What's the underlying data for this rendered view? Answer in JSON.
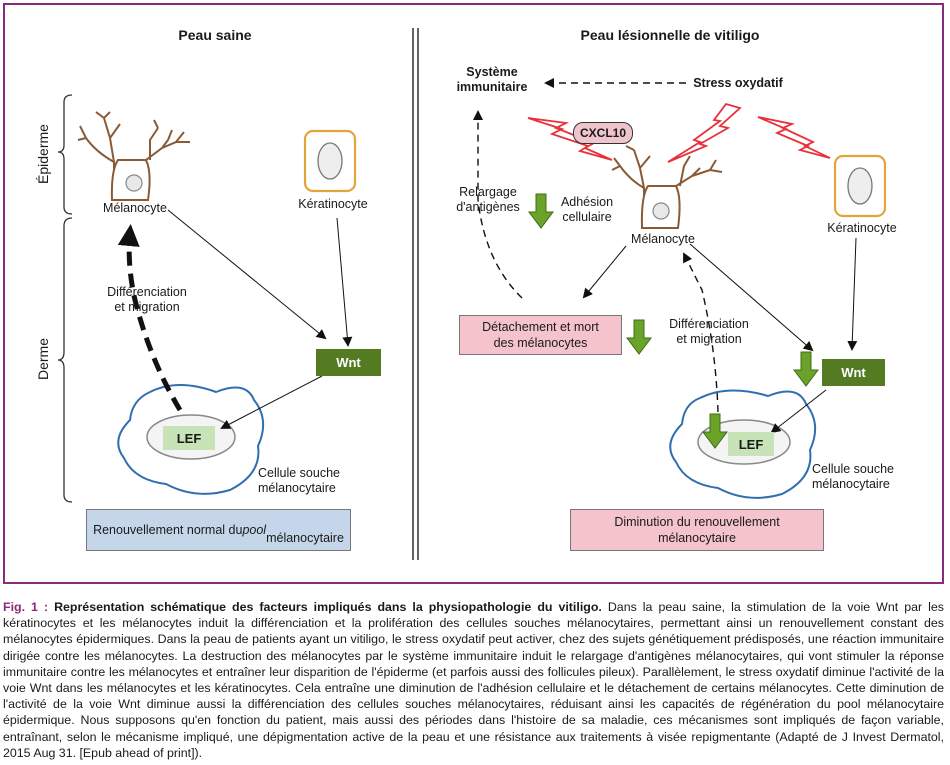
{
  "panel_left": {
    "title": "Peau saine",
    "side_labels": {
      "epiderme": "Épiderme",
      "derme": "Derme"
    },
    "melanocyte": "Mélanocyte",
    "keratinocyte": "Kératinocyte",
    "differentiation": "Différenciation\net migration",
    "wnt": "Wnt",
    "lef": "LEF",
    "stem_cell": "Cellule souche\nmélanocytaire",
    "result": "Renouvellement normal du <i>pool</i><br>mélanocytaire"
  },
  "panel_right": {
    "title": "Peau lésionnelle de vitiligo",
    "immune": "Système\nimmunitaire",
    "stress": "Stress oxydatif",
    "cxcl": "CXCL10",
    "antigens": "Relargage\nd'antigènes",
    "adhesion": "Adhésion\ncellulaire",
    "melanocyte": "Mélanocyte",
    "keratinocyte": "Kératinocyte",
    "detachment": "Détachement et mort\ndes mélanocytes",
    "differentiation": "Différenciation\net migration",
    "wnt": "Wnt",
    "lef": "LEF",
    "stem_cell": "Cellule souche\nmélanocytaire",
    "result": "Diminution du renouvellement\nmélanocytaire"
  },
  "caption": {
    "fig": "Fig. 1 :",
    "title": "Représentation schématique des facteurs impliqués dans la physiopathologie du vitiligo.",
    "body": " Dans la peau saine, la stimulation de la voie Wnt par les kératinocytes et les mélanocytes induit la différenciation et la prolifération des cellules souches mélanocytaires, permettant ainsi un renouvellement constant des mélanocytes épidermiques. Dans la peau de patients ayant un vitiligo, le stress oxydatif peut activer, chez des sujets génétiquement prédisposés, une réaction immunitaire dirigée contre les mélanocytes. La destruction des mélanocytes par le système immunitaire induit le relargage d'antigènes mélanocytaires, qui vont stimuler la réponse immunitaire contre les mélanocytes et entraîner leur disparition de l'épiderme (et parfois aussi des follicules pileux). Parallèlement, le stress oxydatif diminue l'activité de la voie Wnt dans les mélanocytes et les kératinocytes. Cela entraîne une diminution de l'adhésion cellulaire et le détachement de certains mélanocytes. Cette diminution de l'activité de la voie Wnt diminue aussi la différenciation des cellules souches mélanocytaires, réduisant ainsi les capacités de régénération du pool mélanocytaire épidermique. Nous supposons qu'en fonction du patient, mais aussi des périodes dans l'histoire de sa maladie, ces mécanismes sont impliqués de façon variable, entraînant, selon le mécanisme impliqué, une dépigmentation active de la peau et une résistance aux traitements à visée repigmentante (Adapté de J Invest Dermatol, 2015 Aug 31. [Epub ahead of print])."
  },
  "colors": {
    "frame": "#8a2a7a",
    "wnt": "#547a22",
    "arrow_green": "#6aa22a",
    "lightning": "#e8303a",
    "stem_outline": "#2f6fb0",
    "keratinocyte_outline": "#e2a53a"
  }
}
